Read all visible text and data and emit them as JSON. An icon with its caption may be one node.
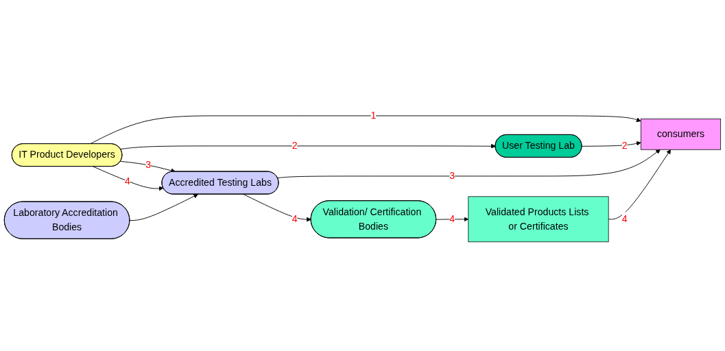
{
  "diagram": {
    "nodes": [
      {
        "text": [
          "IT Product Developers"
        ]
      },
      {
        "text": [
          "consumers"
        ]
      },
      {
        "text": [
          "User Testing Lab"
        ]
      },
      {
        "text": [
          "Accredited Testing Labs"
        ]
      },
      {
        "text": [
          "Validation/ Certification Bodies"
        ]
      },
      {
        "text": [
          "Validated Products Lists or Certificates"
        ]
      },
      {
        "text": [
          "Laboratory Accreditation Bodies"
        ]
      }
    ],
    "edges": [
      {
        "from": 0,
        "to": 1,
        "arrow": "to",
        "label": "1"
      },
      {
        "from": 0,
        "to": 2,
        "arrow": "to",
        "label": "2"
      },
      {
        "from": 2,
        "to": 1,
        "arrow": "to",
        "label": "2"
      },
      {
        "from": 0,
        "to": 3,
        "arrow": "to",
        "label": "3"
      },
      {
        "from": 0,
        "to": 3,
        "arrow": "to",
        "label": "4"
      },
      {
        "from": 3,
        "to": 1,
        "arrow": "to",
        "label": "3"
      },
      {
        "from": 6,
        "to": 3,
        "arrow": "to"
      },
      {
        "from": 3,
        "to": 4,
        "arrow": "to",
        "label": "4"
      },
      {
        "from": 4,
        "to": 5,
        "arrow": "to",
        "label": "4"
      },
      {
        "from": 5,
        "to": 1,
        "arrow": "to",
        "label": "4"
      }
    ]
  }
}
